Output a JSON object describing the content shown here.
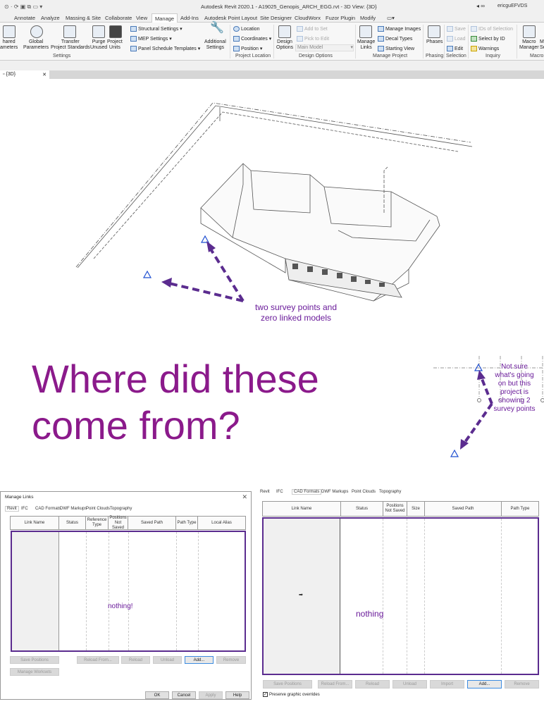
{
  "app": {
    "title": "Autodesk Revit 2020.1 - A19025_Genopis_ARCH_EGG.rvt - 3D View: {3D}",
    "user": "ericguEFVDS"
  },
  "ribbon_tabs": [
    "Annotate",
    "Analyze",
    "Massing & Site",
    "Collaborate",
    "View",
    "Manage",
    "Add-Ins",
    "Autodesk Point Layout",
    "Site Designer",
    "CloudWorx",
    "Fuzor Plugin",
    "Modify"
  ],
  "active_tab": "Manage",
  "ribbon": {
    "settings": {
      "label": "Settings",
      "shared": "hared",
      "shared2": "ameters",
      "global": "Global",
      "global2": "Parameters",
      "transfer": "Transfer",
      "transfer2": "Project Standards",
      "purge": "Purge",
      "purge2": "Unused",
      "units": "Project",
      "units2": "Units",
      "structural": "Structural Settings ▾",
      "mep": "MEP Settings ▾",
      "panel": "Panel Schedule Templates ▾",
      "additional": "Additional",
      "additional2": "Settings"
    },
    "location": {
      "label": "Project Location",
      "location": "Location",
      "coordinates": "Coordinates ▾",
      "position": "Position ▾"
    },
    "design": {
      "label": "Design Options",
      "options": "Design",
      "options2": "Options",
      "add": "Add to Set",
      "pick": "Pick to Edit",
      "model": "Main Model"
    },
    "project": {
      "label": "Manage Project",
      "links": "Manage",
      "links2": "Links",
      "images": "Manage Images",
      "decal": "Decal Types",
      "starting": "Starting View"
    },
    "phasing": {
      "label": "Phasing",
      "phases": "Phases"
    },
    "selection": {
      "label": "Selection",
      "save": "Save",
      "load": "Load",
      "edit": "Edit"
    },
    "inquiry": {
      "label": "Inquiry",
      "ids": "IDs of Selection",
      "select": "Select by ID",
      "warnings": "Warnings"
    },
    "macros": {
      "label": "Macro",
      "manager": "Macro",
      "manager2": "Manager",
      "sec": "M",
      "sec2": "Se"
    }
  },
  "view_tab": "{3D}",
  "annotations": {
    "a1": "two survey points and",
    "a2": "zero linked models",
    "big": "Where did these come from?",
    "right": "Not sure what's going on but this project is showing 2 survey points",
    "nothing1": "nothing!",
    "nothing2": "nothing"
  },
  "dialog1": {
    "title": "Manage Links",
    "tabs": [
      "Revit",
      "IFC",
      "CAD Formats",
      "DWF Markups",
      "Point Clouds",
      "Topography"
    ],
    "columns": [
      "Link Name",
      "Status",
      "Reference Type",
      "Positions Not Saved",
      "Saved Path",
      "Path Type",
      "Local Alias"
    ],
    "buttons": {
      "save": "Save Positions",
      "reload_from": "Reload From...",
      "reload": "Reload",
      "unload": "Unload",
      "add": "Add...",
      "remove": "Remove",
      "worksets": "Manage Worksets",
      "ok": "OK",
      "cancel": "Cancel",
      "apply": "Apply",
      "help": "Help"
    }
  },
  "dialog2": {
    "tabs": [
      "Revit",
      "IFC",
      "CAD Formats",
      "DWF Markups",
      "Point Clouds",
      "Topography"
    ],
    "active_tab": "CAD Formats",
    "columns": [
      "Link Name",
      "Status",
      "Positions Not Saved",
      "Size",
      "Saved Path",
      "Path Type"
    ],
    "buttons": {
      "save": "Save Positions",
      "reload_from": "Reload From...",
      "reload": "Reload",
      "unload": "Unload",
      "import": "Import",
      "add": "Add...",
      "remove": "Remove"
    },
    "preserve": "Preserve graphic overrides",
    "preserve_checked": true
  },
  "colors": {
    "annotation": "#6a1b9a",
    "highlight": "#5b2c8f",
    "survey": "#1f4fd1"
  }
}
